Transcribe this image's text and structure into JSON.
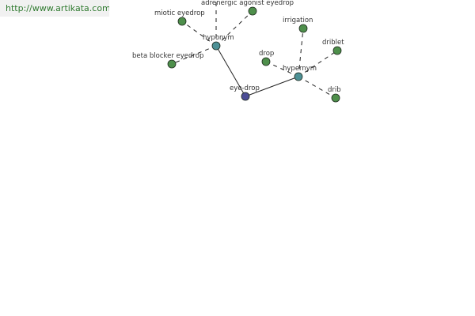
{
  "banner": {
    "url": "http://www.artikata.com"
  },
  "colors": {
    "center_node": "#4b4d95",
    "hub_node": "#4d9196",
    "leaf_node": "#4e8f4b",
    "edge": "#222222",
    "label": "#333333",
    "banner_text": "#2f7a2f",
    "banner_bg": "#f1f1f1"
  },
  "graph": {
    "center": {
      "label": "eye-drop"
    },
    "hubs": {
      "hyponym": {
        "label": "hyponym"
      },
      "hypernym": {
        "label": "hypernym"
      }
    },
    "leaves": {
      "adrenergic": {
        "label": "adrenergic agonist eyedrop"
      },
      "miotic": {
        "label": "miotic eyedrop"
      },
      "beta_blocker": {
        "label": "beta blocker eyedrop"
      },
      "irrigation": {
        "label": "irrigation"
      },
      "driblet": {
        "label": "driblet"
      },
      "drop": {
        "label": "drop"
      },
      "drib": {
        "label": "drib"
      }
    }
  }
}
